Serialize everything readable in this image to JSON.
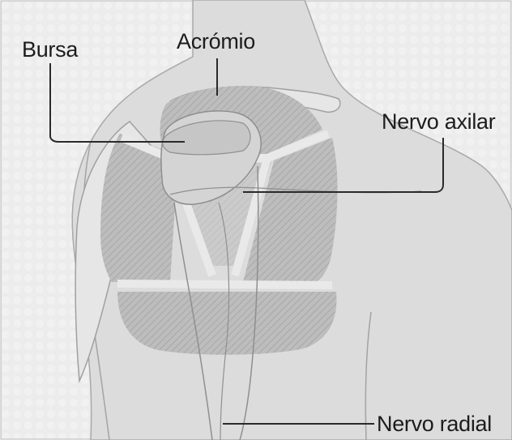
{
  "labels": {
    "bursa": "Bursa",
    "acromio": "Acrómio",
    "nervo_axilar": "Nervo axilar",
    "nervo_radial": "Nervo radial"
  },
  "colors": {
    "background": "#e9e9e9",
    "body": "#dcdcdc",
    "bone": "#e4e4e4",
    "zone_fill": "#bcbcbc",
    "hatch": "#a9a9a9",
    "leader_line": "#2a2a2a",
    "outline": "#9a9a9a"
  }
}
